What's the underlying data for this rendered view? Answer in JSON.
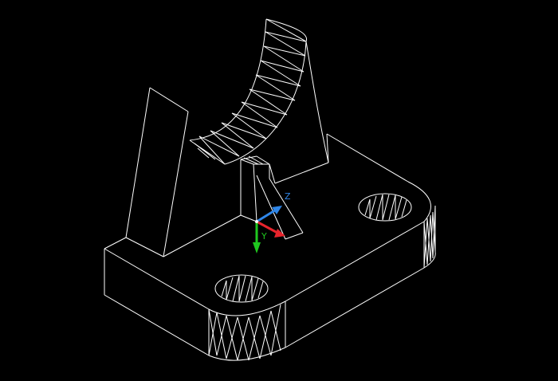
{
  "viewport": {
    "background": "#000000",
    "wire_color": "#ffffff",
    "visual_style": "wireframe"
  },
  "ucs_icon": {
    "x_axis_color": "#e8242c",
    "y_axis_color": "#1fc71f",
    "z_axis_color": "#2f86e8",
    "z_label": "Z",
    "y_label": "Y"
  }
}
